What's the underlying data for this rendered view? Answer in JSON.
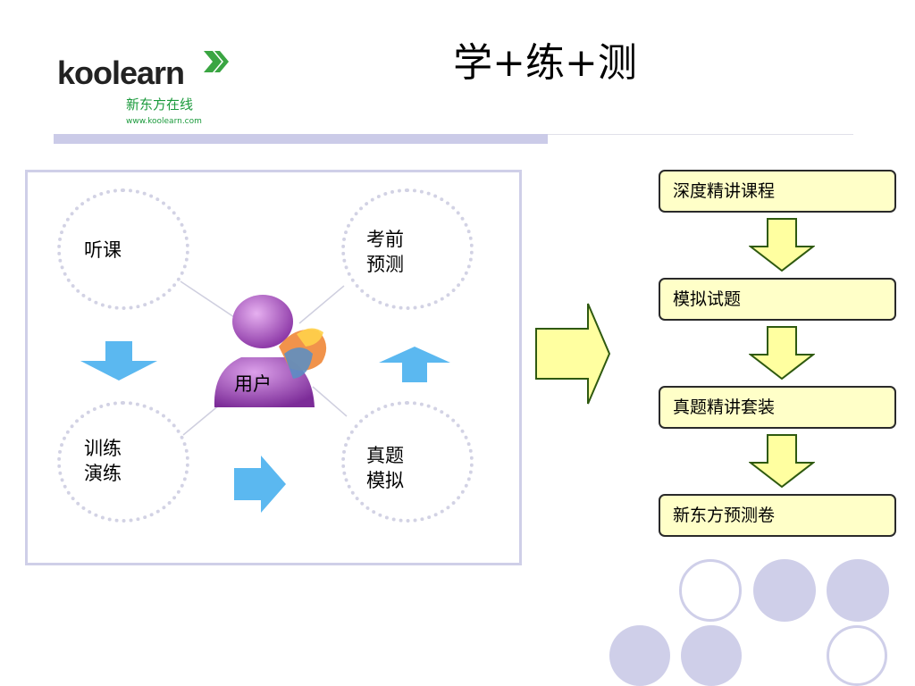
{
  "logo": {
    "wordmark": "koolearn",
    "cn_name": "新东方在线",
    "url": "www.koolearn.com",
    "color": "#1b9a3c"
  },
  "title": "学+练+测",
  "cycle": {
    "center": "用户",
    "nodes": [
      {
        "id": "listen",
        "label": "听课"
      },
      {
        "id": "exam",
        "label": "考前\n预测"
      },
      {
        "id": "train",
        "label": "训练\n演练"
      },
      {
        "id": "real",
        "label": "真题\n模拟"
      }
    ]
  },
  "flow": {
    "steps": [
      "深度精讲课程",
      "模拟试题",
      "真题精讲套装",
      "新东方预测卷"
    ],
    "box_fill": "#ffffc8",
    "arrow_fill": "#ffffa0"
  },
  "colors": {
    "accent_bar": "#cbcbe8",
    "cycle_arrow": "#5bb8f0",
    "avatar": "#b05cc4"
  }
}
